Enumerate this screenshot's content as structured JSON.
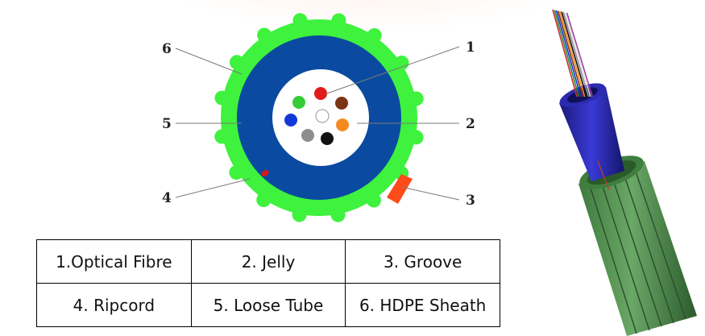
{
  "callouts": {
    "n1": "1",
    "n2": "2",
    "n3": "3",
    "n4": "4",
    "n5": "5",
    "n6": "6"
  },
  "legend": {
    "rows": [
      [
        "1.Optical Fibre",
        "2. Jelly",
        "3. Groove"
      ],
      [
        "4. Ripcord",
        "5. Loose Tube",
        "6. HDPE Sheath"
      ]
    ]
  },
  "colors": {
    "sheath": "#3ef23e",
    "loose_tube": "#0a4aa0",
    "jelly": "#ffffff",
    "groove": "#ff4a1a",
    "ripcord": "#d81818",
    "fibres": [
      "#e11a1a",
      "#7b3414",
      "#f58a1e",
      "#111111",
      "#8e8e8e",
      "#1438d8",
      "#35cc38",
      "#ffffff"
    ]
  }
}
